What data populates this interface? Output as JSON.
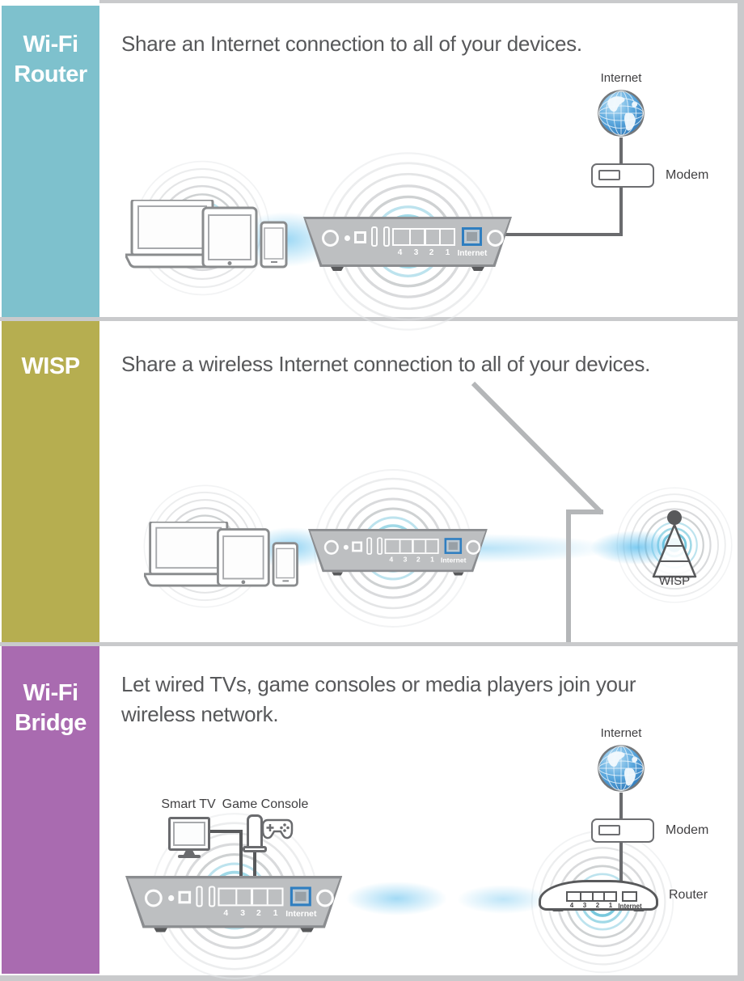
{
  "sections": [
    {
      "id": "wifi-router",
      "sidebar": {
        "lines": [
          "Wi-Fi",
          "Router"
        ],
        "color": "#7ec1cd"
      },
      "heading": "Share an Internet connection to all of your devices.",
      "internet_label": "Internet",
      "modem_label": "Modem",
      "router_ports": [
        "4",
        "3",
        "2",
        "1"
      ],
      "router_wan_label": "Internet"
    },
    {
      "id": "wisp",
      "sidebar": {
        "lines": [
          "WISP"
        ],
        "color": "#b6ae50"
      },
      "heading": "Share a wireless Internet connection to all of your devices.",
      "wisp_label": "WISP",
      "router_ports": [
        "4",
        "3",
        "2",
        "1"
      ],
      "router_wan_label": "Internet"
    },
    {
      "id": "wifi-bridge",
      "sidebar": {
        "lines": [
          "Wi-Fi",
          "Bridge"
        ],
        "color": "#a96bb0"
      },
      "heading": "Let wired TVs, game consoles or media players join your wireless network.",
      "smart_tv_label": "Smart TV",
      "game_console_label": "Game Console",
      "internet_label": "Internet",
      "modem_label": "Modem",
      "router_label": "Router",
      "router_ports": [
        "4",
        "3",
        "2",
        "1"
      ],
      "router_wan_label": "Internet",
      "small_router_ports": [
        "4",
        "3",
        "2",
        "1"
      ],
      "small_router_wan_label": "Internet"
    }
  ],
  "colors": {
    "sidebar_teal": "#7ec1cd",
    "sidebar_olive": "#b6ae50",
    "sidebar_purple": "#a96bb0",
    "heading_gray": "#57585a",
    "label_gray": "#414042",
    "router_body": "#bdbfc1",
    "wan_port_blue": "#2f7ec0",
    "wifi_teal": "#3fb0cf",
    "beam_blue": "#4db8ec",
    "wall_gray": "#b4b6b8",
    "frame_gray": "#c9cacc"
  }
}
